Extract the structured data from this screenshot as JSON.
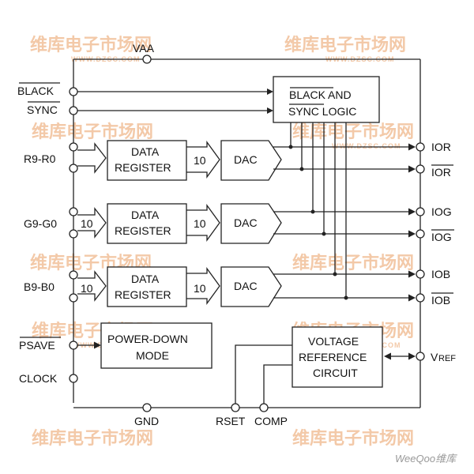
{
  "pins": {
    "vaa": "VAA",
    "black": "BLACK",
    "sync": "SYNC",
    "r_bus": "R9-R0",
    "g_bus": "G9-G0",
    "b_bus": "B9-B0",
    "psave": "PSAVE",
    "clock": "CLOCK",
    "gnd": "GND",
    "rset": "RSET",
    "comp": "COMP",
    "ior": "IOR",
    "ior_n": "IOR",
    "iog": "IOG",
    "iog_n": "IOG",
    "iob": "IOB",
    "iob_n": "IOB",
    "vref_main": "V",
    "vref_sub": "REF"
  },
  "blocks": {
    "logic_line1": "BLACK AND",
    "logic_line2": "SYNC LOGIC",
    "reg_line1": "DATA",
    "reg_line2": "REGISTER",
    "dac": "DAC",
    "pd_line1": "POWER-DOWN",
    "pd_line2": "MODE",
    "vref_line1": "VOLTAGE",
    "vref_line2": "REFERENCE",
    "vref_line3": "CIRCUIT"
  },
  "bus_width": "10",
  "watermark": {
    "brand": "维库电子市场网",
    "url": "WWW.DZSC.COM",
    "corner": "WeeQoo维库"
  }
}
